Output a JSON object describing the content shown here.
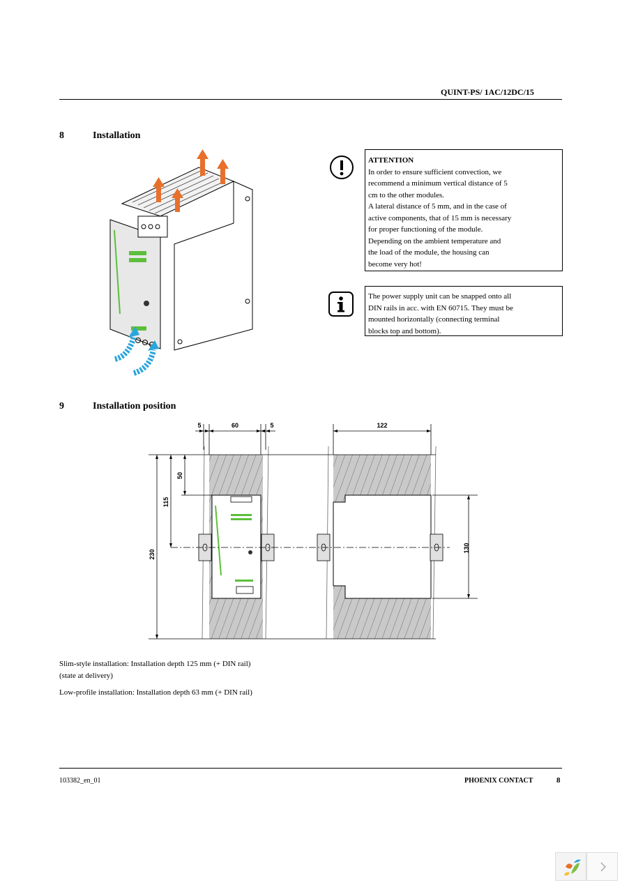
{
  "header": {
    "doc_title": "QUINT-PS/ 1AC/12DC/15"
  },
  "section8": {
    "number": "8",
    "title": "Installation",
    "attention": {
      "title": "ATTENTION",
      "lines": [
        "In order to ensure sufficient convection, we",
        "recommend a minimum vertical distance of 5",
        "cm to the other modules.",
        "A lateral distance of 5 mm, and in the case of",
        "active components, that of 15 mm is necessary",
        "for proper functioning of the module.",
        "Depending on the ambient temperature and",
        "the load of the module, the housing can",
        "become very hot!"
      ],
      "icon": "exclamation-circle-icon"
    },
    "info": {
      "lines": [
        "The power supply unit can be snapped onto all",
        "DIN rails in acc. with EN 60715. They must be",
        "mounted horizontally (connecting terminal",
        "blocks top and bottom)."
      ],
      "icon": "info-icon"
    }
  },
  "section9": {
    "number": "9",
    "title": "Installation position",
    "dimensions": {
      "left_gap": "5",
      "width": "60",
      "right_gap": "5",
      "depth": "122",
      "top_clearance": "50",
      "rail_height": "115",
      "total_height": "230",
      "low_profile_height": "130"
    },
    "captions": [
      "Slim-style installation: Installation depth 125 mm (+ DIN rail)",
      "(state at delivery)",
      "Low-profile installation: Installation depth 63 mm (+ DIN rail)"
    ]
  },
  "footer": {
    "doc_code": "103382_en_01",
    "brand": "PHOENIX CONTACT",
    "page": "8"
  },
  "colors": {
    "arrow_orange": "#e8702a",
    "arrow_blue": "#2aa5dc",
    "led_green": "#5cbf3a"
  }
}
